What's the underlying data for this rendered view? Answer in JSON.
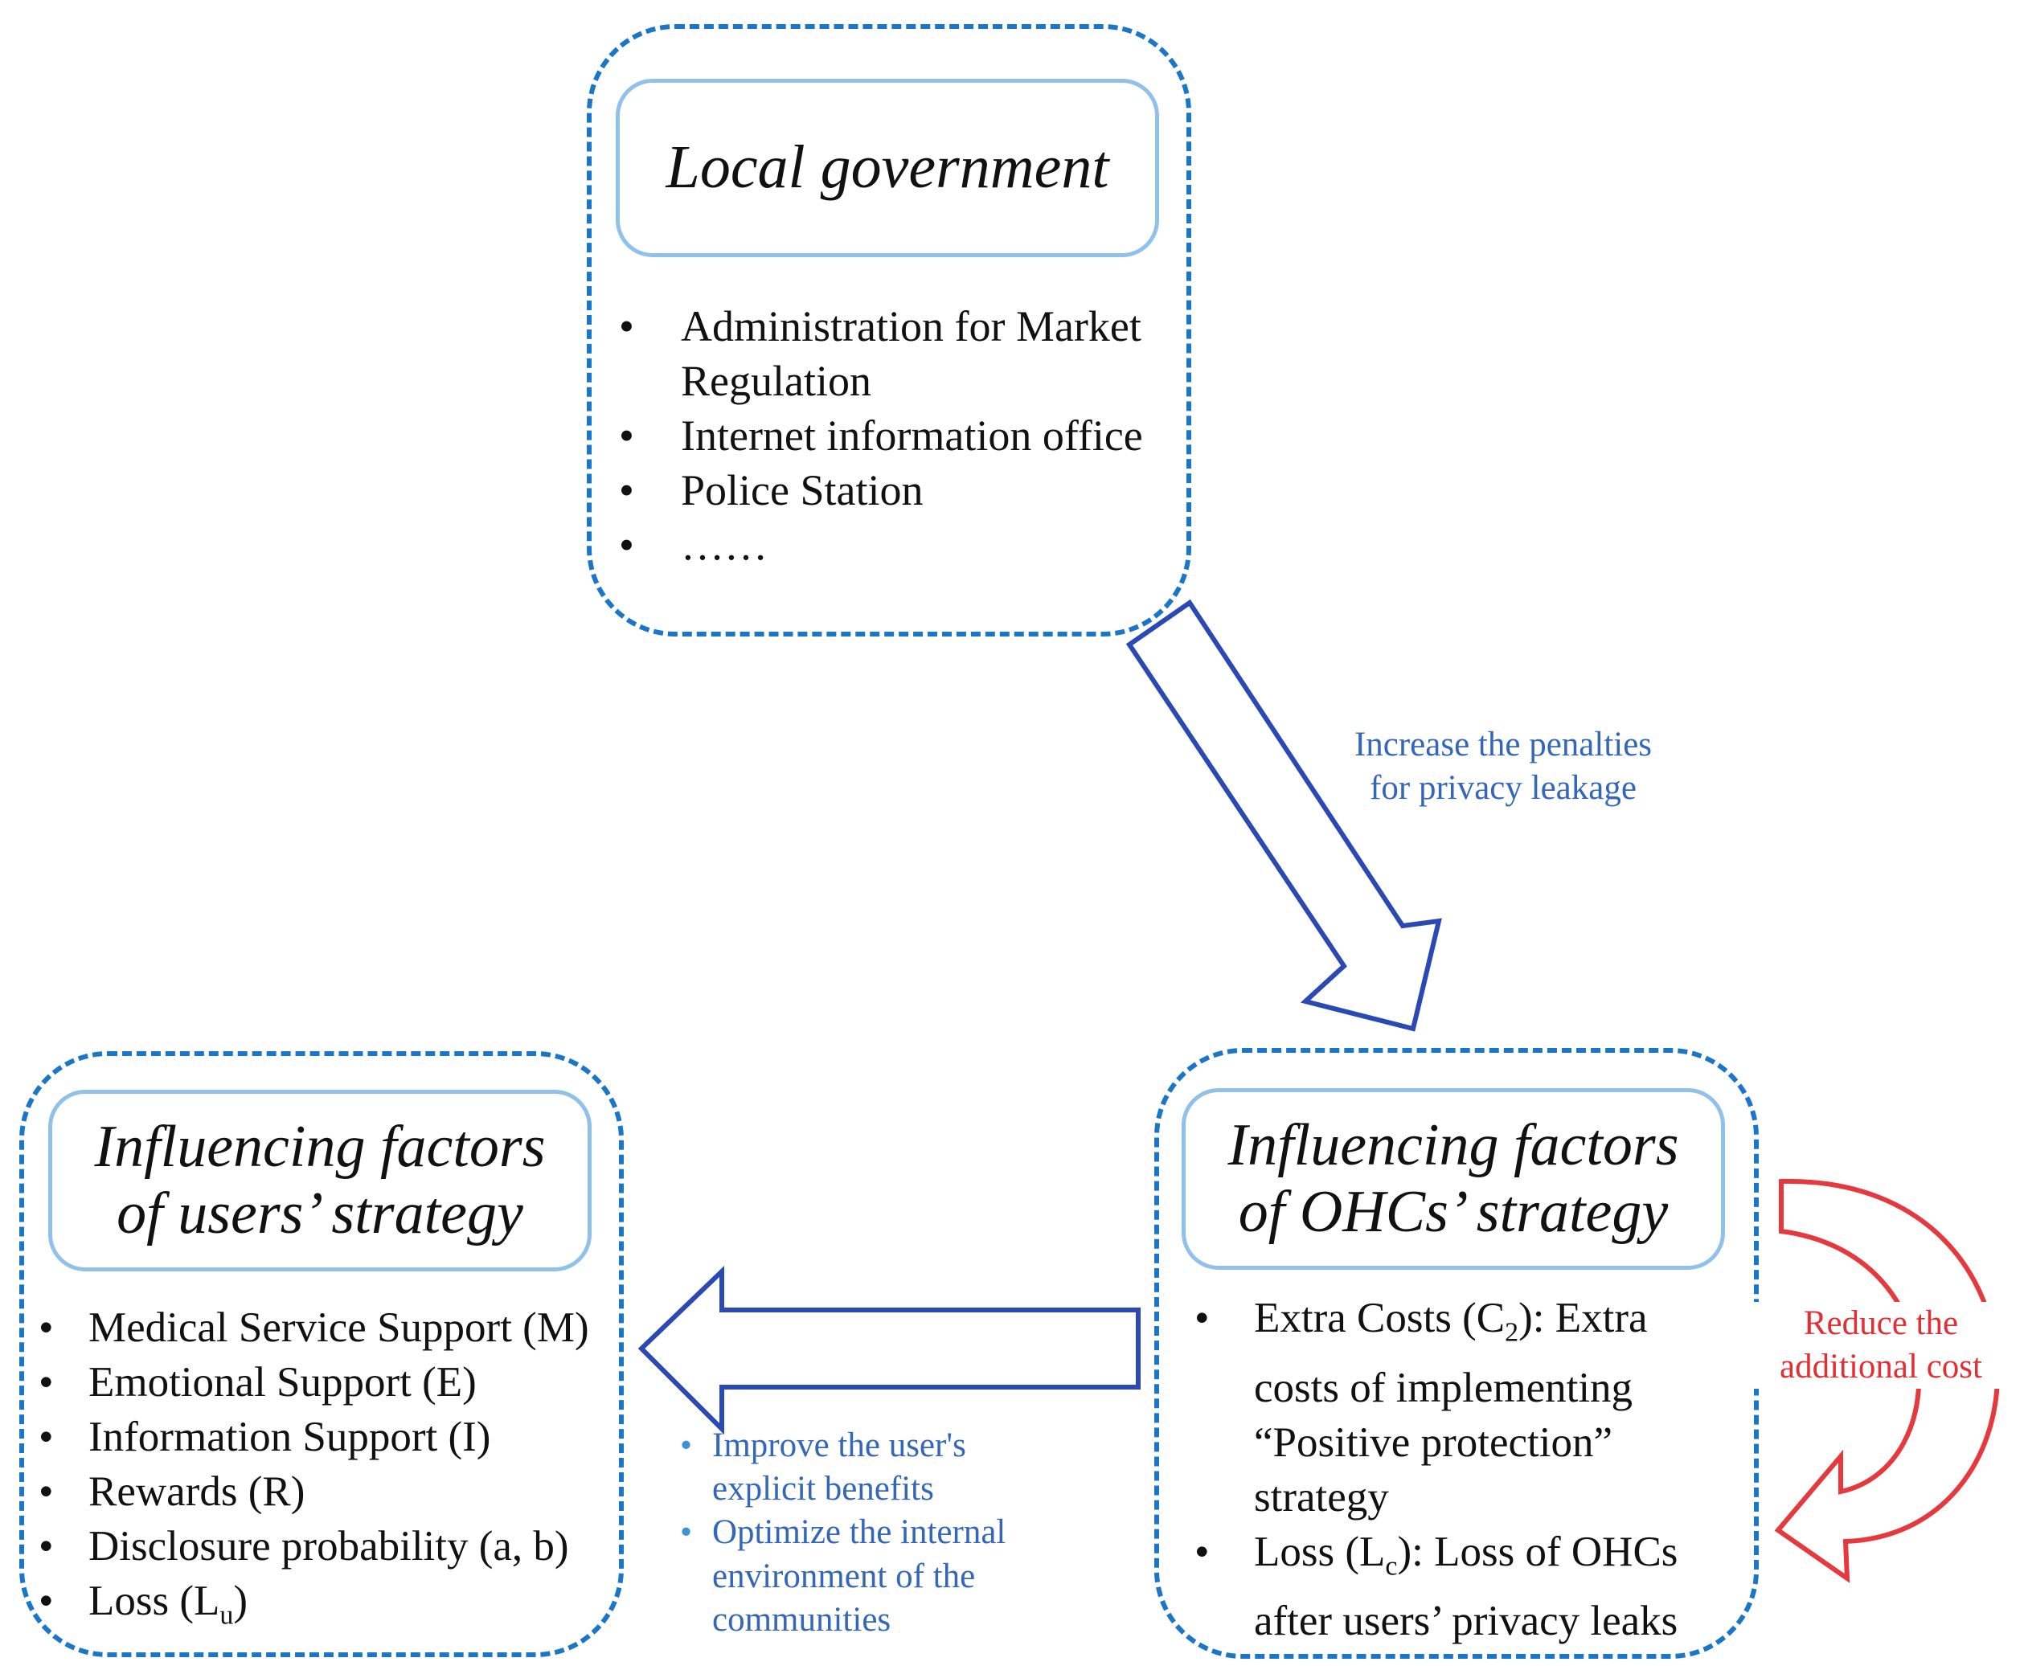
{
  "government": {
    "title": "Local government",
    "items": [
      "Administration for Market Regulation",
      "Internet information office",
      "Police Station",
      "……"
    ]
  },
  "users": {
    "title_line1": "Influencing factors",
    "title_line2": "of users’ strategy",
    "items": [
      "Medical Service Support (M)",
      "Emotional Support (E)",
      "Information Support (I)",
      "Rewards (R)",
      "Disclosure probability (a, b)"
    ],
    "loss_text": "Loss (L",
    "loss_sub": "u",
    "loss_close": ")"
  },
  "ohcs": {
    "title_line1": "Influencing factors",
    "title_line2": "of OHCs’ strategy",
    "extra_costs": {
      "prefix": "Extra Costs (C",
      "sub": "2",
      "line1_rest": "): Extra",
      "line2": "costs of implementing",
      "line3": "“Positive protection”",
      "line4": "strategy"
    },
    "loss": {
      "prefix": "Loss (L",
      "sub": "c",
      "line1_rest": "): Loss of OHCs",
      "line2": "after users’ privacy leaks"
    }
  },
  "arrows": {
    "penalty_line1": "Increase the penalties",
    "penalty_line2": "for privacy leakage",
    "benefit_notes": [
      [
        "Improve the user's",
        "explicit benefits"
      ],
      [
        "Optimize the internal",
        "environment of the",
        "communities"
      ]
    ],
    "cost_line1": "Reduce the",
    "cost_line2": "additional cost"
  },
  "colors": {
    "dashed_border": "#1b76c9",
    "title_border": "#8fc1ea",
    "arrow_blue": "#2a49b5",
    "note_blue": "#3467b8",
    "arrow_red": "#e5393e"
  }
}
